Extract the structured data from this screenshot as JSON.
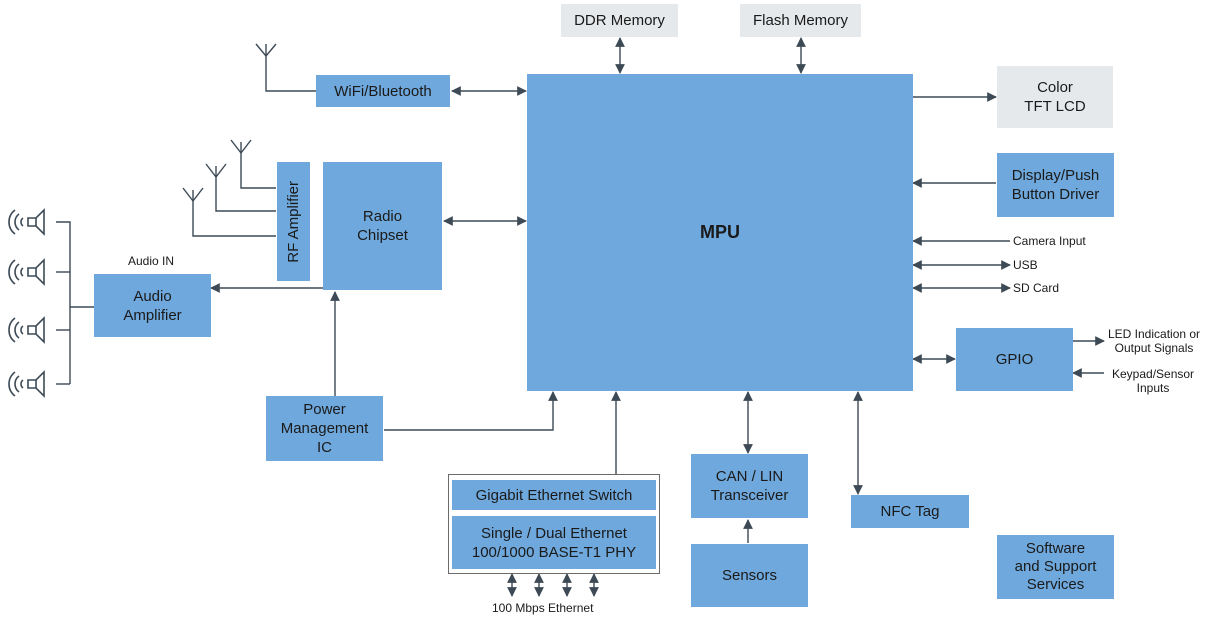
{
  "blocks": {
    "ddr": "DDR Memory",
    "flash": "Flash Memory",
    "wifi": "WiFi/Bluetooth",
    "lcd_line1": "Color",
    "lcd_line2": "TFT LCD",
    "mpu": "MPU",
    "display_line1": "Display/Push",
    "display_line2": "Button Driver",
    "radio_line1": "Radio",
    "radio_line2": "Chipset",
    "rf_amp": "RF Amplifier",
    "audio_line1": "Audio",
    "audio_line2": "Amplifier",
    "pmic_line1": "Power",
    "pmic_line2": "Management",
    "pmic_line3": "IC",
    "gpio": "GPIO",
    "switch": "Gigabit Ethernet Switch",
    "phy_line1": "Single / Dual Ethernet",
    "phy_line2": "100/1000 BASE-T1 PHY",
    "can_line1": "CAN / LIN",
    "can_line2": "Transceiver",
    "sensors": "Sensors",
    "nfc": "NFC Tag",
    "software_line1": "Software",
    "software_line2": "and Support",
    "software_line3": "Services"
  },
  "labels": {
    "audio_in": "Audio IN",
    "camera": "Camera Input",
    "usb": "USB",
    "sd": "SD Card",
    "led_line1": "LED Indication or",
    "led_line2": "Output Signals",
    "keypad_line1": "Keypad/Sensor",
    "keypad_line2": "Inputs",
    "ethernet": "100 Mbps Ethernet"
  },
  "colors": {
    "block": "#6fa8dc",
    "gray_block": "#e6e9ec",
    "line": "#3d4a55"
  }
}
